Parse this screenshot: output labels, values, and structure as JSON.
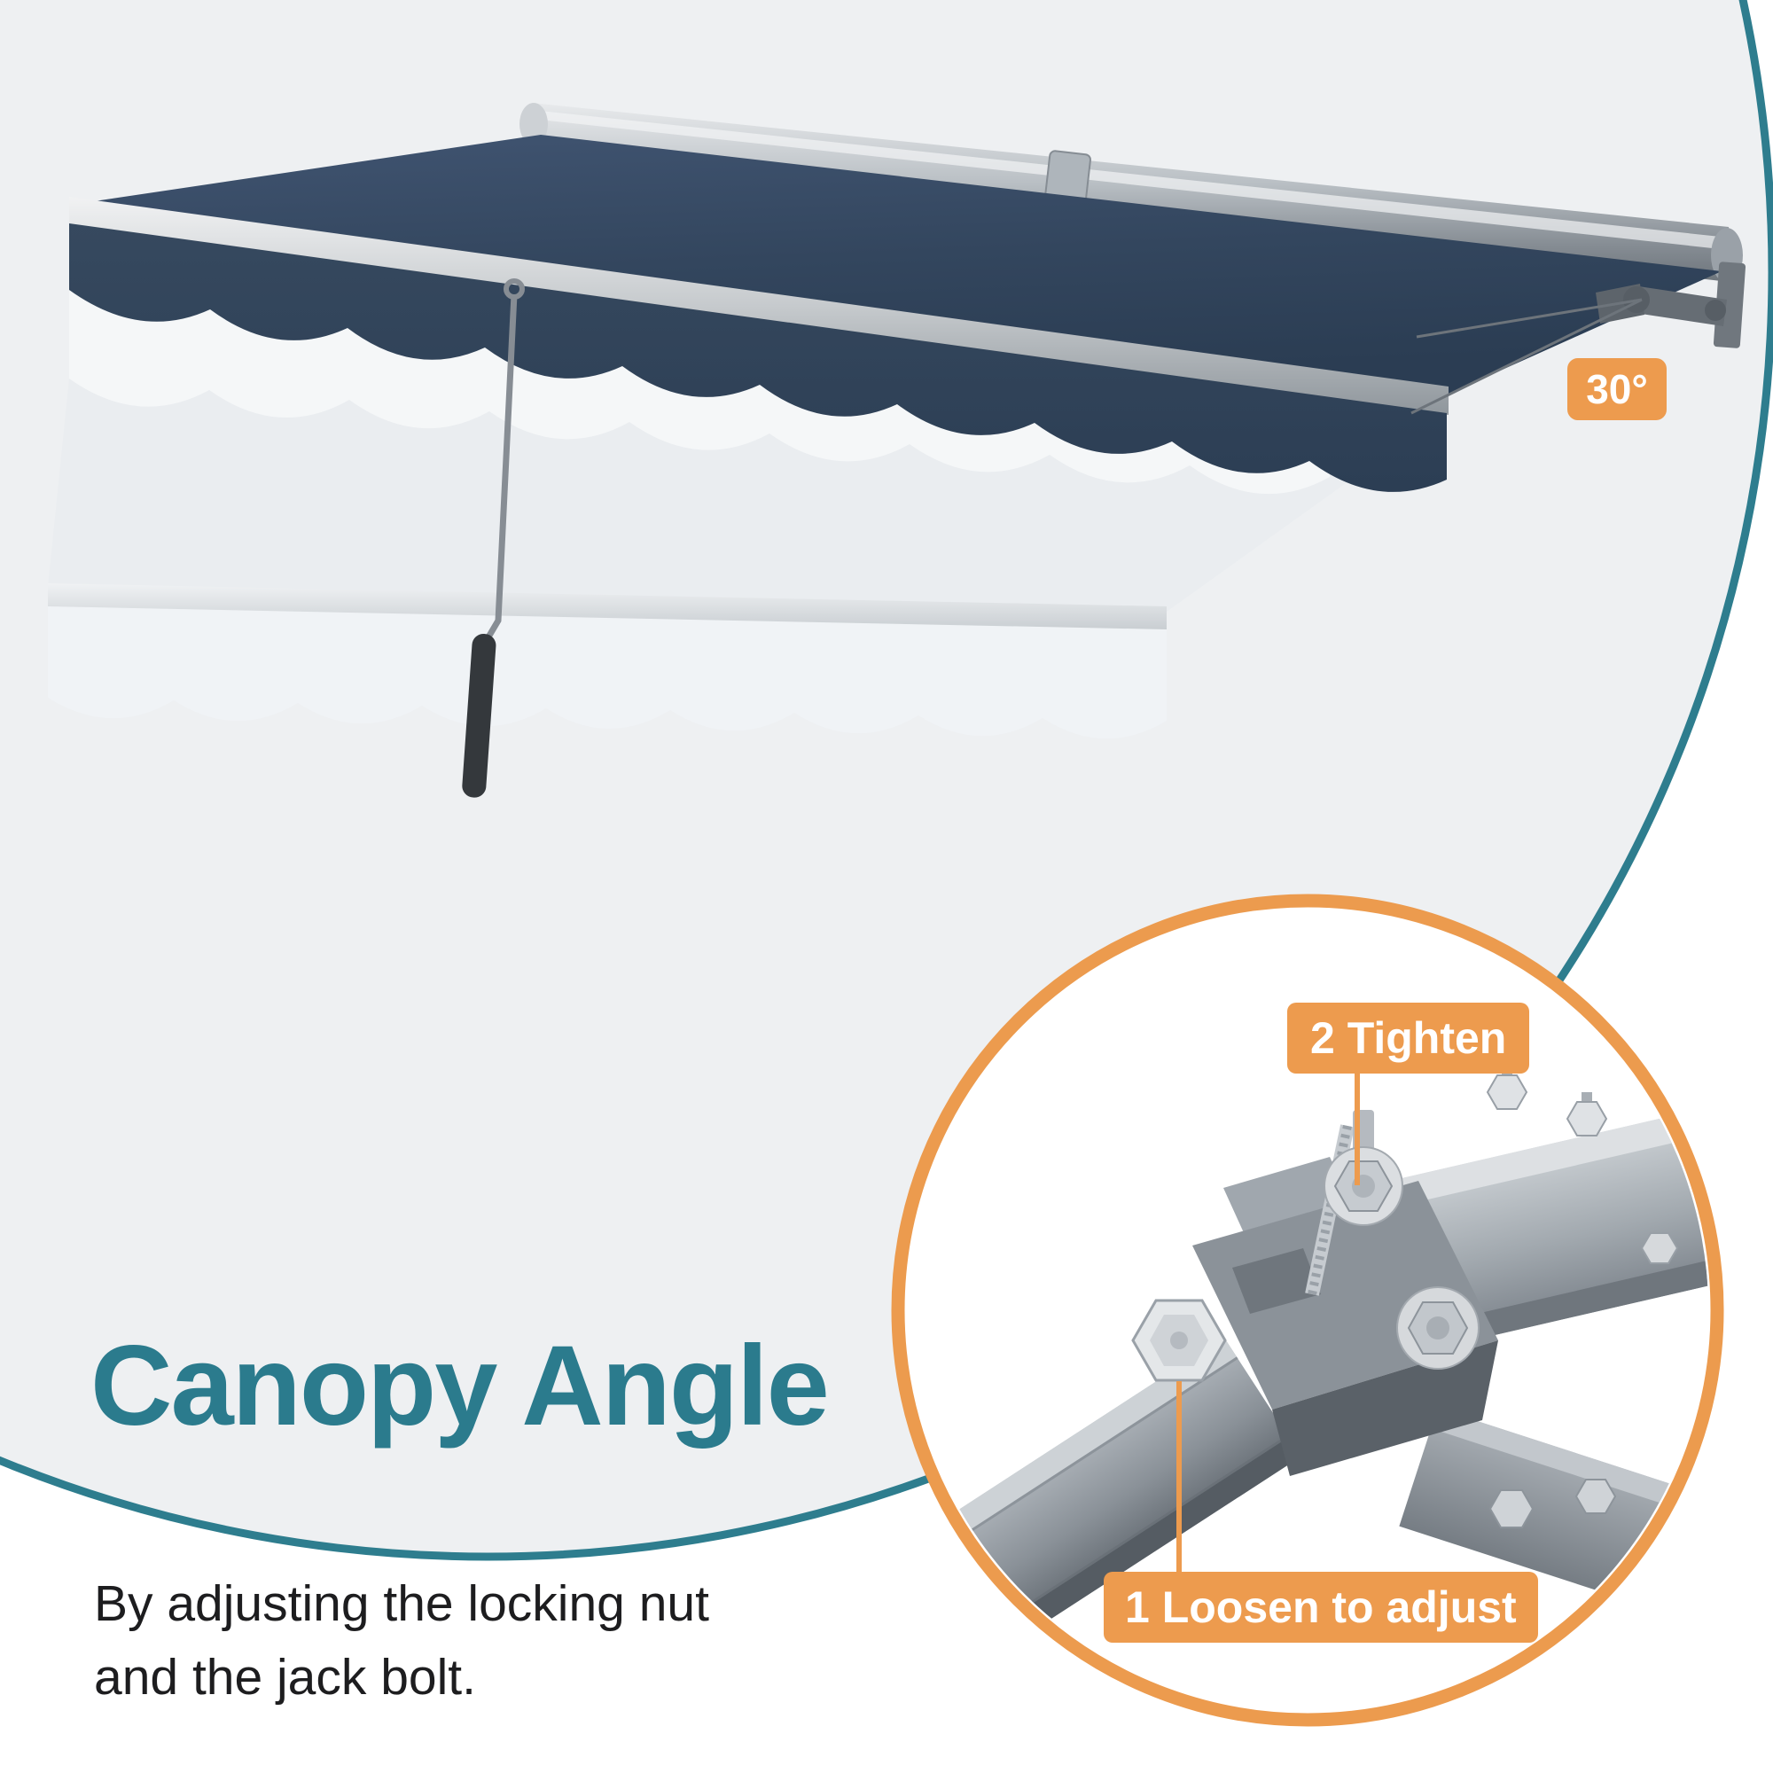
{
  "colors": {
    "background_gray": "#EEF0F2",
    "teal_accent": "#2E7D8E",
    "orange_accent": "#ED9B4E",
    "canopy_navy": "#33465E",
    "heading_teal": "#2B7B8D"
  },
  "hero": {
    "angle_label": "30°"
  },
  "detail_view": {
    "label_tighten": "2 Tighten",
    "label_loosen": "1 Loosen to adjust"
  },
  "caption": {
    "title": "Canopy Angle",
    "line1": "By adjusting the locking nut",
    "line2": "and the jack bolt."
  }
}
